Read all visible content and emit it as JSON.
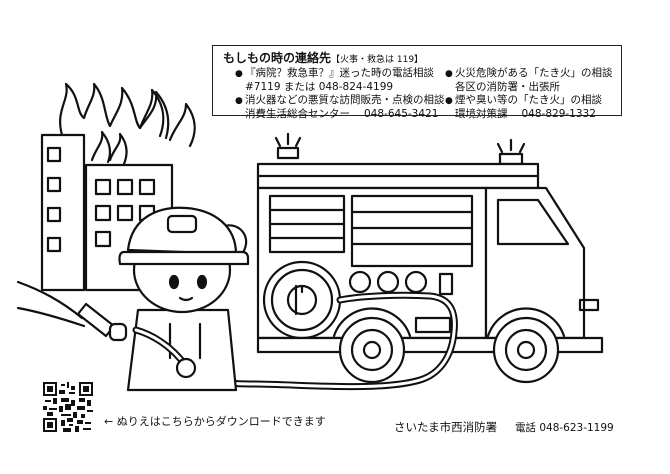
{
  "contact": {
    "title": "もしもの時の連絡先",
    "title_sub": "【火事・救急は 119】",
    "left": [
      {
        "line1": "『病院？救急車？』迷った時の電話相談",
        "line2": "#7119 または 048-824-4199"
      },
      {
        "line1": "消火器などの悪質な訪問販売・点検の相談",
        "line2": "消費生活総合センター",
        "line2_num": "048-645-3421"
      }
    ],
    "right": [
      {
        "line1": "火災危険がある「たき火」の相談",
        "line2": "各区の消防署・出張所"
      },
      {
        "line1": "煙や臭い等の「たき火」の相談",
        "line2": "環境対策課",
        "line2_num": "048-829-1332"
      }
    ]
  },
  "footer": {
    "download_note": "← ぬりえはこちらからダウンロードできます",
    "department": "さいたま市西消防署",
    "tel": "電話 048-623-1199"
  },
  "icons": [
    "qr-code-icon",
    "firefighter-icon",
    "fire-truck-icon",
    "burning-building-icon",
    "fire-hose-icon"
  ]
}
